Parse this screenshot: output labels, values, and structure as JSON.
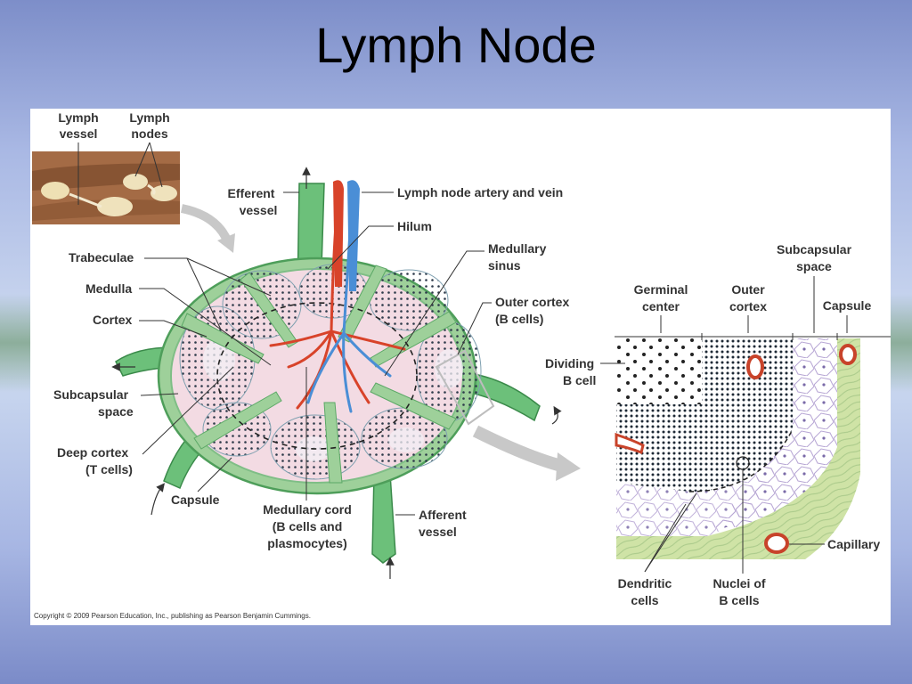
{
  "slide": {
    "title": "Lymph Node"
  },
  "inset": {
    "lymph_vessel": [
      "Lymph",
      "vessel"
    ],
    "lymph_nodes": [
      "Lymph",
      "nodes"
    ]
  },
  "labels": {
    "efferent_vessel": [
      "Efferent",
      "vessel"
    ],
    "artery_vein": "Lymph node artery and vein",
    "hilum": "Hilum",
    "medullary_sinus": [
      "Medullary",
      "sinus"
    ],
    "trabeculae": "Trabeculae",
    "medulla": "Medulla",
    "cortex": "Cortex",
    "subcapsular_space_left": [
      "Subcapsular",
      "space"
    ],
    "deep_cortex": [
      "Deep cortex",
      "(T cells)"
    ],
    "capsule_left": "Capsule",
    "medullary_cord": [
      "Medullary cord",
      "(B cells and",
      "plasmocytes)"
    ],
    "afferent_vessel": [
      "Afferent",
      "vessel"
    ],
    "outer_cortex_b": [
      "Outer cortex",
      "(B cells)"
    ]
  },
  "detail": {
    "subcapsular_space": [
      "Subcapsular",
      "space"
    ],
    "germinal_center": [
      "Germinal",
      "center"
    ],
    "outer_cortex": [
      "Outer",
      "cortex"
    ],
    "capsule": "Capsule",
    "dividing_b_cell": [
      "Dividing",
      "B cell"
    ],
    "capillary": "Capillary",
    "dendritic_cells": [
      "Dendritic",
      "cells"
    ],
    "nuclei_b_cells": [
      "Nuclei of",
      "B cells"
    ]
  },
  "copyright": "Copyright © 2009 Pearson Education, Inc., publishing as Pearson Benjamin Cummings.",
  "colors": {
    "capsule_green": "#8cc48c",
    "tissue_pink": "#f0d4dc",
    "artery_red": "#d8432a",
    "vein_blue": "#4a8ed6",
    "vessel_green": "#5cb868"
  }
}
